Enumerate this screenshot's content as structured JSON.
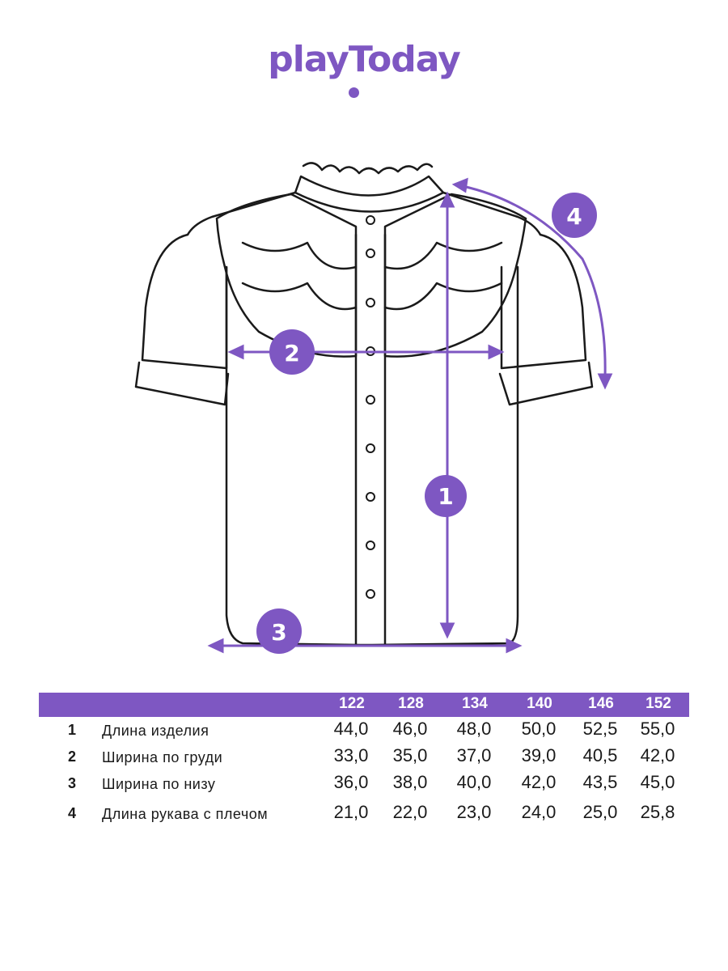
{
  "brand": {
    "logo_text": "playToday"
  },
  "accent_color": "#7e57c2",
  "markers": [
    {
      "number": "1",
      "icon": "vertical-arrow"
    },
    {
      "number": "2",
      "icon": "horizontal-arrow"
    },
    {
      "number": "3",
      "icon": "horizontal-arrow"
    },
    {
      "number": "4",
      "icon": "curved-arrow"
    }
  ],
  "table": {
    "sizes": [
      "122",
      "128",
      "134",
      "140",
      "146",
      "152"
    ],
    "rows": [
      {
        "number": "1",
        "label": "Длина изделия",
        "values": [
          "44,0",
          "46,0",
          "48,0",
          "50,0",
          "52,5",
          "55,0"
        ]
      },
      {
        "number": "2",
        "label": "Ширина по груди",
        "values": [
          "33,0",
          "35,0",
          "37,0",
          "39,0",
          "40,5",
          "42,0"
        ]
      },
      {
        "number": "3",
        "label": "Ширина по низу",
        "values": [
          "36,0",
          "38,0",
          "40,0",
          "42,0",
          "43,5",
          "45,0"
        ]
      },
      {
        "number": "4",
        "label": "Длина рукава с плечом",
        "values": [
          "21,0",
          "22,0",
          "23,0",
          "24,0",
          "25,0",
          "25,8"
        ]
      }
    ]
  }
}
